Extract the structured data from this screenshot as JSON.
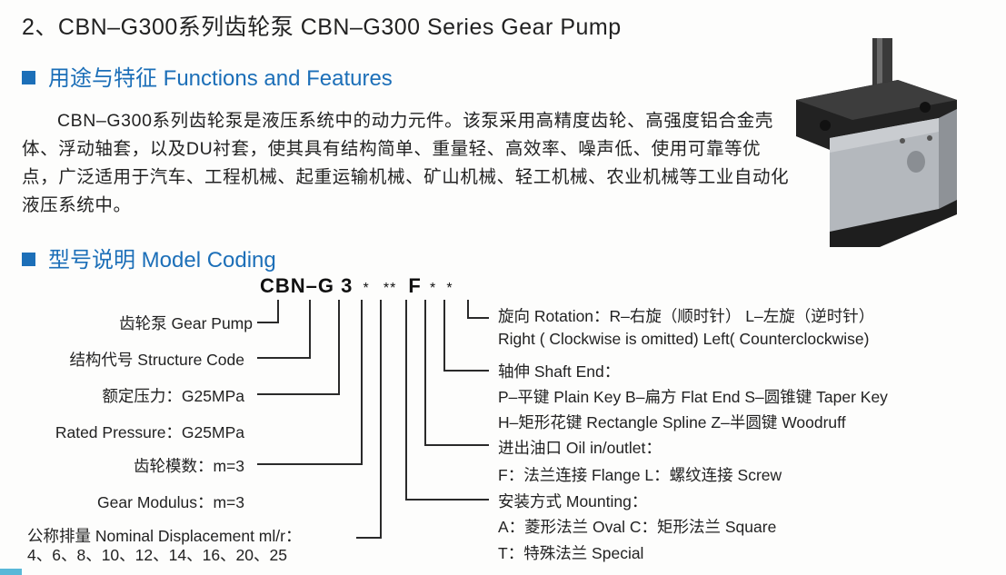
{
  "title": "2、CBN–G300系列齿轮泵 CBN–G300 Series Gear Pump",
  "sections": {
    "functions_heading": "用途与特征 Functions and Features",
    "model_heading": "型号说明 Model Coding"
  },
  "description": "CBN–G300系列齿轮泵是液压系统中的动力元件。该泵采用高精度齿轮、高强度铝合金壳体、浮动轴套，以及DU衬套，使其具有结构简单、重量轻、高效率、噪声低、使用可靠等优点，广泛适用于汽车、工程机械、起重运输机械、矿山机械、轻工机械、农业机械等工业自动化液压系统中。",
  "model_code": {
    "prefix": "CBN–G 3",
    "star1": "*",
    "star2": "**",
    "flange": "F",
    "star3": "*",
    "star4": "*"
  },
  "left_labels": {
    "gear_pump": "齿轮泵 Gear Pump",
    "structure_code": "结构代号 Structure Code",
    "rated_pressure_cn": "额定压力：G25MPa",
    "rated_pressure_en": "Rated Pressure：G25MPa",
    "gear_modulus_cn": "齿轮模数：m=3",
    "gear_modulus_en": "Gear Modulus：m=3",
    "displacement": "公称排量 Nominal Displacement ml/r：",
    "displacement_values": "4、6、8、10、12、14、16、20、25"
  },
  "right_labels": {
    "rotation_1": "旋向 Rotation：R–右旋（顺时针）  L–左旋（逆时针）",
    "rotation_2": "Right ( Clockwise is omitted)  Left( Counterclockwise)",
    "shaft_1": "轴伸 Shaft End：",
    "shaft_2": "P–平键 Plain Key  B–扁方 Flat End  S–圆锥键 Taper Key",
    "shaft_3": "H–矩形花键 Rectangle Spline  Z–半圆键 Woodruff",
    "oil_1": "进出油口 Oil in/outlet：",
    "oil_2": "F：法兰连接 Flange  L：螺纹连接 Screw",
    "mount_1": "安装方式 Mounting：",
    "mount_2": "A：菱形法兰 Oval  C：矩形法兰 Square",
    "mount_3": "T：特殊法兰 Special"
  },
  "colors": {
    "accent": "#1c6fb8",
    "text": "#1d1d1d",
    "pump_body": "#b8bcc0",
    "pump_flange": "#222222"
  },
  "icons": {
    "section_marker": "blue-square-icon",
    "product_image": "gear-pump-photo"
  }
}
